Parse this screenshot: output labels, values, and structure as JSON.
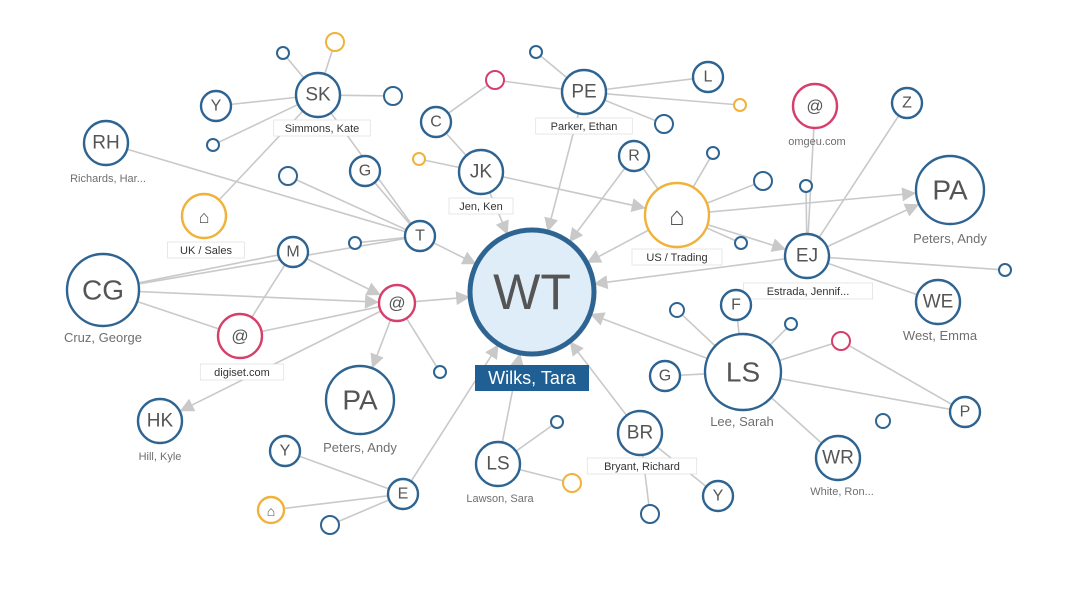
{
  "colors": {
    "person": "#2e6491",
    "email": "#d63f6c",
    "org": "#f0b23a",
    "edge": "#c9c9c9",
    "center_fill": "#deedf7",
    "center_label_bg": "#1f5f93"
  },
  "center": {
    "initials": "WT",
    "label": "Wilks, Tara"
  },
  "nodes": [
    {
      "id": "WT",
      "kind": "center"
    },
    {
      "id": "SK",
      "kind": "person",
      "text": "SK",
      "label": "Simmons, Kate",
      "label_style": "boxed"
    },
    {
      "id": "PE",
      "kind": "person",
      "text": "PE",
      "label": "Parker, Ethan",
      "label_style": "boxed"
    },
    {
      "id": "JK",
      "kind": "person",
      "text": "JK",
      "label": "Jen, Ken",
      "label_style": "boxed"
    },
    {
      "id": "RH",
      "kind": "person",
      "text": "RH",
      "label": "Richards, Har...",
      "label_style": "plain"
    },
    {
      "id": "CG",
      "kind": "person",
      "text": "CG",
      "label": "Cruz, George",
      "label_style": "plain"
    },
    {
      "id": "HK",
      "kind": "person",
      "text": "HK",
      "label": "Hill, Kyle",
      "label_style": "plain"
    },
    {
      "id": "PA1",
      "kind": "person",
      "text": "PA",
      "label": "Peters, Andy",
      "label_style": "plain"
    },
    {
      "id": "PA2",
      "kind": "person",
      "text": "PA",
      "label": "Peters, Andy",
      "label_style": "plain"
    },
    {
      "id": "LS1",
      "kind": "person",
      "text": "LS",
      "label": "Lawson, Sara",
      "label_style": "plain"
    },
    {
      "id": "BR",
      "kind": "person",
      "text": "BR",
      "label": "Bryant, Richard",
      "label_style": "boxed"
    },
    {
      "id": "LS2",
      "kind": "person",
      "text": "LS",
      "label": "Lee, Sarah",
      "label_style": "plain"
    },
    {
      "id": "EJ",
      "kind": "person",
      "text": "EJ",
      "label": "Estrada, Jennif...",
      "label_style": "boxed"
    },
    {
      "id": "WE",
      "kind": "person",
      "text": "WE",
      "label": "West, Emma",
      "label_style": "plain"
    },
    {
      "id": "WR",
      "kind": "person",
      "text": "WR",
      "label": "White, Ron...",
      "label_style": "plain"
    },
    {
      "id": "Y1",
      "kind": "person",
      "text": "Y"
    },
    {
      "id": "C",
      "kind": "person",
      "text": "C"
    },
    {
      "id": "L",
      "kind": "person",
      "text": "L"
    },
    {
      "id": "Z",
      "kind": "person",
      "text": "Z"
    },
    {
      "id": "R",
      "kind": "person",
      "text": "R"
    },
    {
      "id": "G1",
      "kind": "person",
      "text": "G"
    },
    {
      "id": "T",
      "kind": "person",
      "text": "T"
    },
    {
      "id": "M",
      "kind": "person",
      "text": "M"
    },
    {
      "id": "F",
      "kind": "person",
      "text": "F"
    },
    {
      "id": "G2",
      "kind": "person",
      "text": "G"
    },
    {
      "id": "P",
      "kind": "person",
      "text": "P"
    },
    {
      "id": "Y2",
      "kind": "person",
      "text": "Y"
    },
    {
      "id": "E",
      "kind": "person",
      "text": "E"
    },
    {
      "id": "Y3",
      "kind": "person",
      "text": "Y"
    },
    {
      "id": "EM1",
      "kind": "email",
      "text": "@",
      "label": "omgeu.com",
      "label_style": "plain"
    },
    {
      "id": "EM2",
      "kind": "email",
      "text": "@"
    },
    {
      "id": "EM3",
      "kind": "email",
      "text": "@",
      "label": "digiset.com",
      "label_style": "boxed"
    },
    {
      "id": "ORG1",
      "kind": "org",
      "text": "⌂",
      "label": "UK / Sales",
      "label_style": "boxed"
    },
    {
      "id": "ORG2",
      "kind": "org",
      "text": "⌂",
      "label": "US / Trading",
      "label_style": "boxed"
    },
    {
      "id": "ORG3",
      "kind": "org",
      "text": "⌂"
    },
    {
      "id": "d1",
      "kind": "dot-person"
    },
    {
      "id": "d2",
      "kind": "dot-org"
    },
    {
      "id": "d3",
      "kind": "dot-person"
    },
    {
      "id": "d4",
      "kind": "dot-person"
    },
    {
      "id": "d5",
      "kind": "dot-email"
    },
    {
      "id": "d6",
      "kind": "dot-person"
    },
    {
      "id": "d7",
      "kind": "dot-person"
    },
    {
      "id": "d8",
      "kind": "dot-person"
    },
    {
      "id": "d9",
      "kind": "dot-person"
    },
    {
      "id": "d10",
      "kind": "dot-org"
    },
    {
      "id": "d11",
      "kind": "dot-org"
    },
    {
      "id": "d12",
      "kind": "dot-person"
    },
    {
      "id": "d13",
      "kind": "dot-person"
    },
    {
      "id": "d14",
      "kind": "dot-person"
    },
    {
      "id": "d15",
      "kind": "dot-person"
    },
    {
      "id": "d16",
      "kind": "dot-person"
    },
    {
      "id": "d17",
      "kind": "dot-person"
    },
    {
      "id": "d18",
      "kind": "dot-email"
    },
    {
      "id": "d19",
      "kind": "dot-person"
    },
    {
      "id": "d20",
      "kind": "dot-person"
    },
    {
      "id": "d21",
      "kind": "dot-person"
    },
    {
      "id": "d22",
      "kind": "dot-person"
    },
    {
      "id": "d23",
      "kind": "dot-org"
    },
    {
      "id": "d24",
      "kind": "dot-person"
    },
    {
      "id": "d25",
      "kind": "dot-person"
    }
  ],
  "edges": [
    [
      "T",
      "WT"
    ],
    [
      "EM2",
      "WT"
    ],
    [
      "JK",
      "WT"
    ],
    [
      "PE",
      "WT"
    ],
    [
      "R",
      "WT"
    ],
    [
      "ORG2",
      "WT"
    ],
    [
      "EJ",
      "WT"
    ],
    [
      "LS2",
      "WT"
    ],
    [
      "BR",
      "WT"
    ],
    [
      "LS1",
      "WT"
    ],
    [
      "E",
      "WT"
    ],
    [
      "SK",
      "T"
    ],
    [
      "G1",
      "T"
    ],
    [
      "RH",
      "T"
    ],
    [
      "CG",
      "T"
    ],
    [
      "d7",
      "T"
    ],
    [
      "d8",
      "T"
    ],
    [
      "SK",
      "Y1"
    ],
    [
      "SK",
      "d1"
    ],
    [
      "SK",
      "d2"
    ],
    [
      "SK",
      "d3"
    ],
    [
      "SK",
      "d4"
    ],
    [
      "SK",
      "ORG1"
    ],
    [
      "PE",
      "d5"
    ],
    [
      "PE",
      "d6"
    ],
    [
      "PE",
      "L"
    ],
    [
      "PE",
      "d9"
    ],
    [
      "PE",
      "d10"
    ],
    [
      "d5",
      "C"
    ],
    [
      "JK",
      "C"
    ],
    [
      "JK",
      "d11"
    ],
    [
      "JK",
      "ORG2"
    ],
    [
      "ORG2",
      "d12"
    ],
    [
      "ORG2",
      "d13"
    ],
    [
      "ORG2",
      "d14"
    ],
    [
      "ORG2",
      "EJ"
    ],
    [
      "ORG2",
      "PA2"
    ],
    [
      "ORG2",
      "R"
    ],
    [
      "EJ",
      "PA2"
    ],
    [
      "EJ",
      "Z"
    ],
    [
      "EJ",
      "d15"
    ],
    [
      "EJ",
      "WE"
    ],
    [
      "EJ",
      "d16"
    ],
    [
      "EJ",
      "EM1"
    ],
    [
      "LS2",
      "F"
    ],
    [
      "LS2",
      "d17"
    ],
    [
      "LS2",
      "d18"
    ],
    [
      "LS2",
      "G2"
    ],
    [
      "LS2",
      "WR"
    ],
    [
      "LS2",
      "d19"
    ],
    [
      "LS2",
      "P"
    ],
    [
      "d18",
      "P"
    ],
    [
      "M",
      "EM2"
    ],
    [
      "CG",
      "EM2"
    ],
    [
      "CG",
      "EM3"
    ],
    [
      "CG",
      "M"
    ],
    [
      "EM2",
      "EM3"
    ],
    [
      "EM2",
      "d20"
    ],
    [
      "EM2",
      "PA1"
    ],
    [
      "EM2",
      "HK"
    ],
    [
      "EM3",
      "M"
    ],
    [
      "BR",
      "Y3"
    ],
    [
      "BR",
      "d21"
    ],
    [
      "LS1",
      "d22"
    ],
    [
      "LS1",
      "d23"
    ],
    [
      "E",
      "Y2"
    ],
    [
      "E",
      "ORG3"
    ],
    [
      "E",
      "d24"
    ]
  ]
}
